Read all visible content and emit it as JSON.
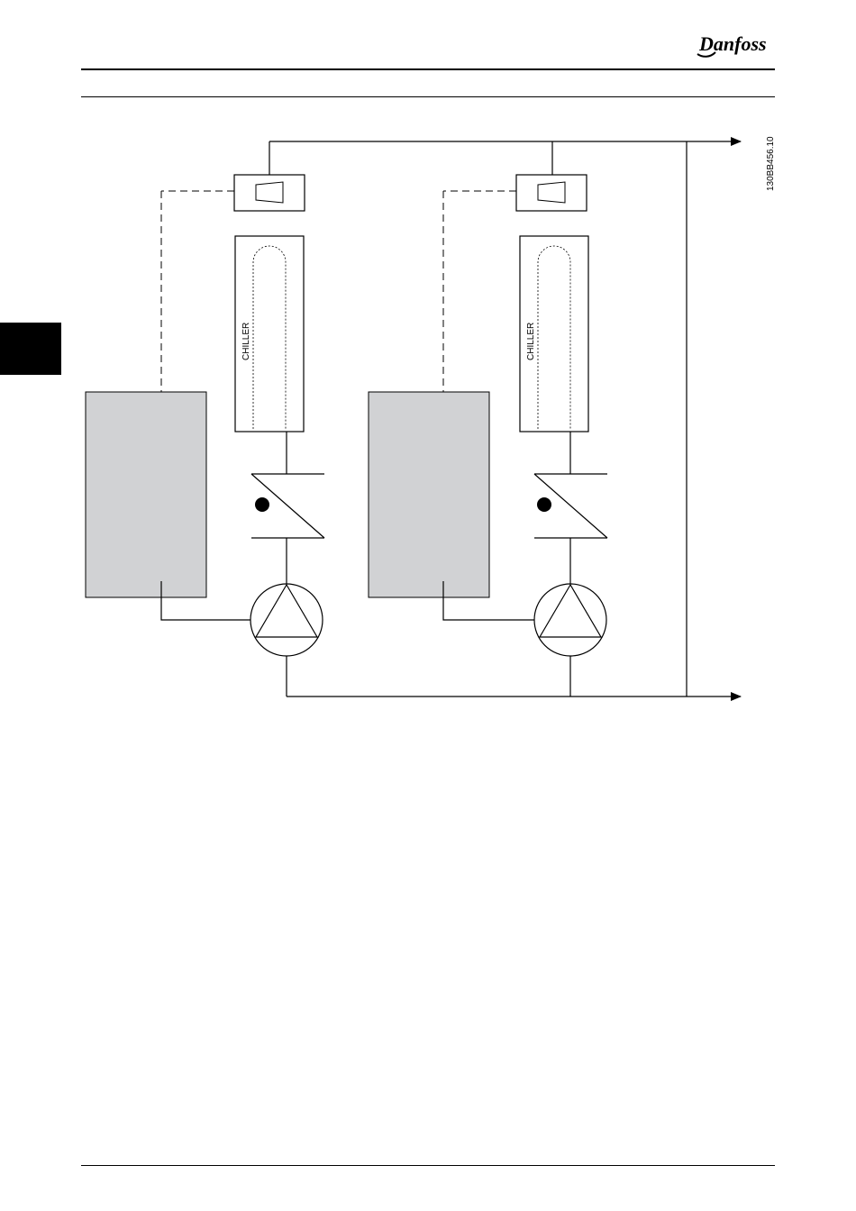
{
  "header": {
    "logo_text": "Danfoss"
  },
  "diagram": {
    "drawing_code": "130BB456.10",
    "units": [
      {
        "name": "unit-1",
        "chiller_label": "CHILLER"
      },
      {
        "name": "unit-2",
        "chiller_label": "CHILLER"
      }
    ],
    "colors": {
      "line": "#000000",
      "controller_fill": "#d1d2d4"
    }
  }
}
